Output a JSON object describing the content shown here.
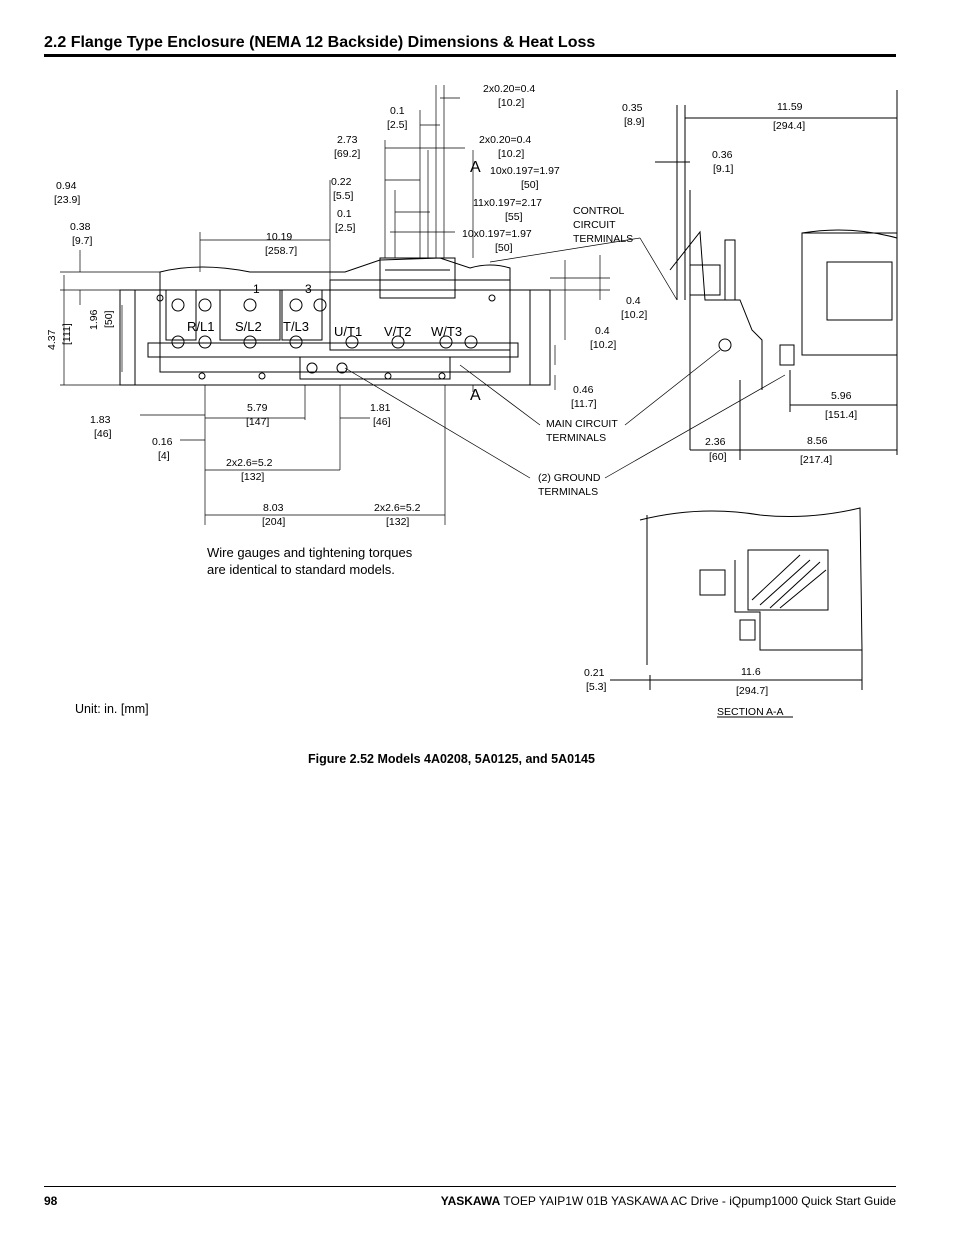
{
  "header": {
    "section_title": "2.2 Flange Type Enclosure (NEMA 12 Backside) Dimensions & Heat Loss"
  },
  "drawing": {
    "dims": {
      "d1": "2x0.20=0.4",
      "d1mm": "[10.2]",
      "d2": "0.1",
      "d2mm": "[2.5]",
      "d3": "2.73",
      "d3mm": "[69.2]",
      "d4": "2x0.20=0.4",
      "d4mm": "[10.2]",
      "d5": "10x0.197=1.97",
      "d5mm": "[50]",
      "d6": "0.22",
      "d6mm": "[5.5]",
      "d7": "11x0.197=2.17",
      "d7mm": "[55]",
      "d8": "0.1",
      "d8mm": "[2.5]",
      "d9": "10x0.197=1.97",
      "d9mm": "[50]",
      "d10": "0.94",
      "d10mm": "[23.9]",
      "d11": "0.38",
      "d11mm": "[9.7]",
      "d12": "10.19",
      "d12mm": "[258.7]",
      "d13": "4.37",
      "d13mm": "[111]",
      "d14": "1.96",
      "d14mm": "[50]",
      "d15": "0.35",
      "d15mm": "[8.9]",
      "d16": "11.59",
      "d16mm": "[294.4]",
      "d17": "0.36",
      "d17mm": "[9.1]",
      "d18": "0.4",
      "d18mm": "[10.2]",
      "d19": "0.4",
      "d19mm": "[10.2]",
      "d20": "0.46",
      "d20mm": "[11.7]",
      "d21": "1.83",
      "d21mm": "[46]",
      "d22": "5.79",
      "d22mm": "[147]",
      "d23": "1.81",
      "d23mm": "[46]",
      "d24": "0.16",
      "d24mm": "[4]",
      "d25": "2x2.6=5.2",
      "d25mm": "[132]",
      "d26": "8.03",
      "d26mm": "[204]",
      "d27": "2x2.6=5.2",
      "d27mm": "[132]",
      "d28": "5.96",
      "d28mm": "[151.4]",
      "d29": "2.36",
      "d29mm": "[60]",
      "d30": "8.56",
      "d30mm": "[217.4]",
      "d31": "0.21",
      "d31mm": "[5.3]",
      "d32": "11.6",
      "d32mm": "[294.7]"
    },
    "labels": {
      "control1": "CONTROL",
      "control2": "CIRCUIT",
      "control3": "TERMINALS",
      "main1": "MAIN CIRCUIT",
      "main2": "TERMINALS",
      "ground1": "(2) GROUND",
      "ground2": "TERMINALS",
      "section": "SECTION A-A",
      "sectionA": "A"
    },
    "terminals": {
      "rl1": "R/L1",
      "sl2": "S/L2",
      "tl3": "T/L3",
      "ut1": "U/T1",
      "vt2": "V/T2",
      "wt3": "W/T3",
      "p1": "1",
      "p3": "3"
    }
  },
  "note": {
    "line1": "Wire gauges and tightening torques",
    "line2": "are identical to standard models."
  },
  "unit": "Unit: in. [mm]",
  "caption": "Figure 2.52  Models 4A0208, 5A0125, and 5A0145",
  "footer": {
    "page": "98",
    "brand": "YASKAWA",
    "text": " TOEP YAIP1W 01B YASKAWA AC Drive - iQpump1000 Quick Start Guide"
  }
}
